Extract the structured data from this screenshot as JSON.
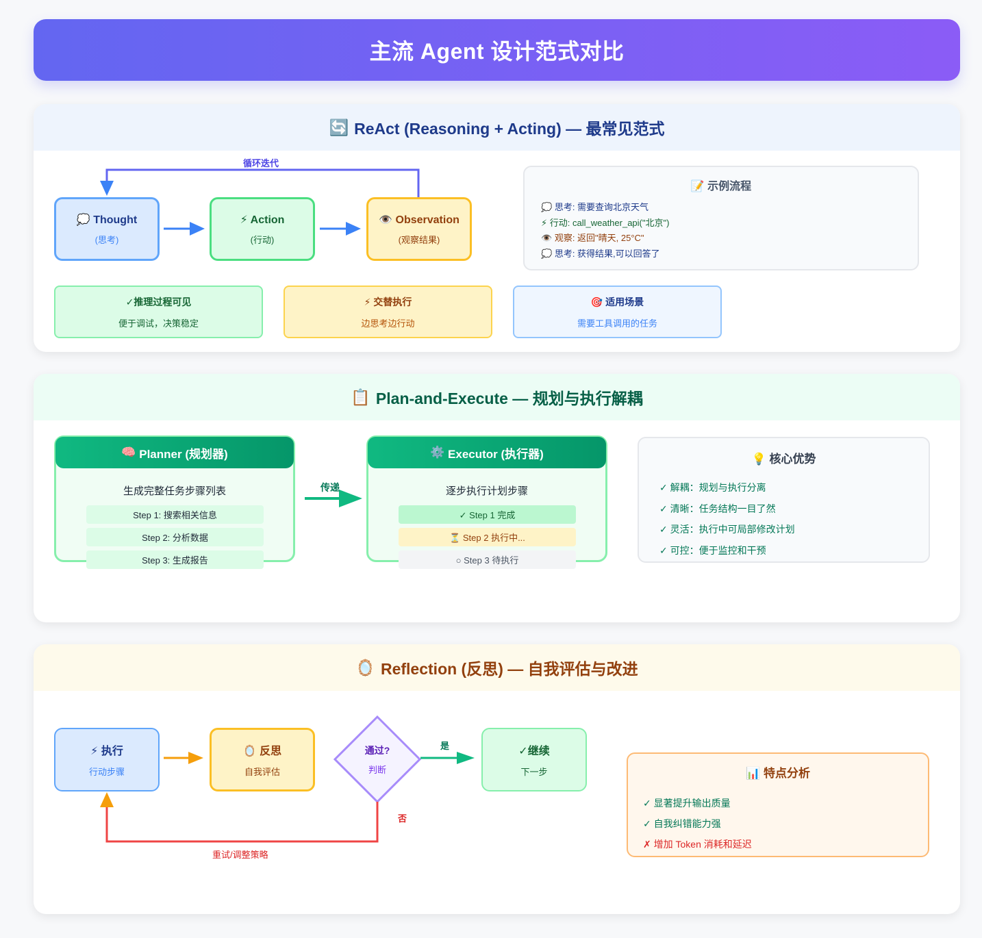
{
  "title": "主流 Agent 设计范式对比",
  "react": {
    "icon": "🔄",
    "heading": "ReAct (Reasoning + Acting) — 最常见范式",
    "loop_label": "循环迭代",
    "nodes": [
      {
        "icon": "💭",
        "title": "Thought",
        "subtitle": "(思考)"
      },
      {
        "icon": "⚡",
        "title": "Action",
        "subtitle": "(行动)"
      },
      {
        "icon": "👁️",
        "title": "Observation",
        "subtitle": "(观察结果)"
      }
    ],
    "example": {
      "icon": "📝",
      "title": "示例流程",
      "lines": [
        {
          "icon": "💭",
          "text": "思考: 需要查询北京天气"
        },
        {
          "icon": "⚡",
          "text": "行动: call_weather_api(\"北京\")"
        },
        {
          "icon": "👁️",
          "text": "观察: 返回\"晴天, 25°C\""
        },
        {
          "icon": "💭",
          "text": "思考: 获得结果,可以回答了"
        }
      ]
    },
    "features": [
      {
        "icon": "✓",
        "title": "推理过程可见",
        "desc": "便于调试，决策稳定"
      },
      {
        "icon": "⚡",
        "title": "交替执行",
        "desc": "边思考边行动"
      },
      {
        "icon": "🎯",
        "title": "适用场景",
        "desc": "需要工具调用的任务"
      }
    ]
  },
  "plan": {
    "icon": "📋",
    "heading": "Plan-and-Execute — 规划与执行解耦",
    "pass_label": "传递",
    "planner": {
      "icon": "🧠",
      "title": "Planner (规划器)",
      "desc": "生成完整任务步骤列表",
      "steps": [
        "Step 1: 搜索相关信息",
        "Step 2: 分析数据",
        "Step 3: 生成报告"
      ]
    },
    "executor": {
      "icon": "⚙️",
      "title": "Executor (执行器)",
      "desc": "逐步执行计划步骤",
      "steps": [
        {
          "label": "✓ Step 1 完成",
          "status": "done"
        },
        {
          "label": "⏳ Step 2 执行中...",
          "status": "running"
        },
        {
          "label": "○ Step 3 待执行",
          "status": "pending"
        }
      ]
    },
    "advantages": {
      "icon": "💡",
      "title": "核心优势",
      "items": [
        "✓ 解耦：规划与执行分离",
        "✓ 清晰：任务结构一目了然",
        "✓ 灵活：执行中可局部修改计划",
        "✓ 可控：便于监控和干预"
      ]
    }
  },
  "reflection": {
    "icon": "🪞",
    "heading": "Reflection (反思) — 自我评估与改进",
    "nodes": {
      "execute": {
        "icon": "⚡",
        "title": "执行",
        "subtitle": "行动步骤"
      },
      "reflect": {
        "icon": "🪞",
        "title": "反思",
        "subtitle": "自我评估"
      },
      "decision": {
        "title": "通过?",
        "subtitle": "判断"
      },
      "continue": {
        "icon": "✓",
        "title": "继续",
        "subtitle": "下一步"
      }
    },
    "yes_label": "是",
    "no_label": "否",
    "retry_label": "重试/调整策略",
    "analysis": {
      "icon": "📊",
      "title": "特点分析",
      "items": [
        {
          "text": "✓ 显著提升输出质量",
          "type": "pro"
        },
        {
          "text": "✓ 自我纠错能力强",
          "type": "pro"
        },
        {
          "text": "✗ 增加 Token 消耗和延迟",
          "type": "con"
        }
      ]
    }
  },
  "colors": {
    "banner_start": "#6366f1",
    "banner_end": "#8b5cf6",
    "flow_arrow": "#3b82f6",
    "loop_arrow": "#6366f1",
    "pass_arrow": "#10b981",
    "reflect_arrow": "#f59e0b",
    "retry_arrow": "#ef4444",
    "decision_border": "#a78bfa"
  }
}
